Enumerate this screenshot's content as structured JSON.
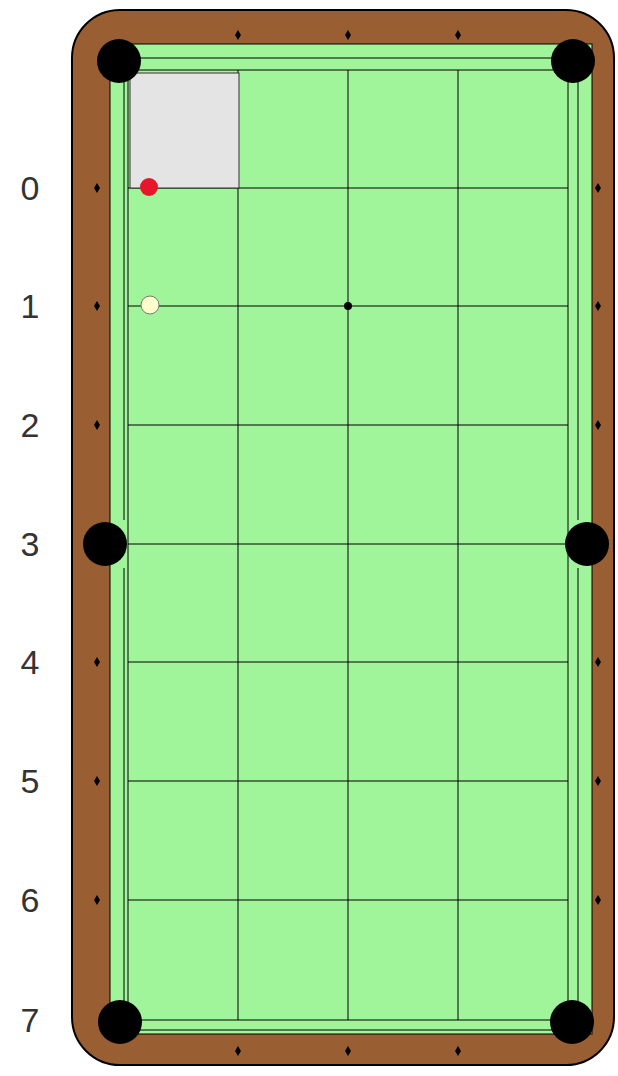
{
  "diagram": {
    "labels": [
      "0",
      "1",
      "2",
      "3",
      "4",
      "5",
      "6",
      "7"
    ]
  }
}
